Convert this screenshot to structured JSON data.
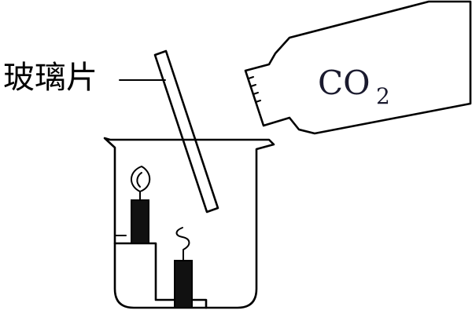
{
  "labels": {
    "glass_plate": "玻璃片",
    "gas_formula": "CO",
    "gas_subscript": "2"
  },
  "colors": {
    "ink": "#000000",
    "candle_body": "#111111",
    "gas_text": "#1a1a2e"
  },
  "icons": {
    "glass_plate": "glass-plate-icon",
    "beaker": "beaker-icon",
    "gas_bottle": "gas-bottle-icon",
    "tall_candle": "candle-flame-icon",
    "short_candle": "candle-flame-icon",
    "stair_stand": "stair-stand-icon"
  }
}
